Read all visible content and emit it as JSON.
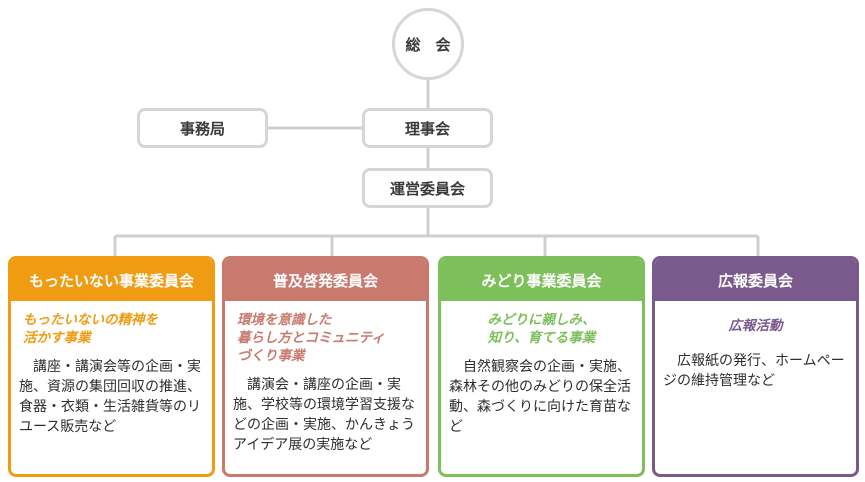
{
  "top": {
    "general_meeting": "総　会"
  },
  "upper_bodies": {
    "secretariat": "事務局",
    "board": "理事会",
    "steering_committee": "運営委員会"
  },
  "committees": [
    {
      "title": "もったいない事業委員会",
      "color": "#ef9c13",
      "motto": "もったいないの精神を\n活かす事業",
      "description": "講座・講演会等の企画・実施、資源の集団回収の推進、食器・衣類・生活雑貨等のリユース販売など"
    },
    {
      "title": "普及啓発委員会",
      "color": "#c97a6e",
      "motto": "環境を意識した\n暮らし方とコミュニティ\nづくり事業",
      "description": "講演会・講座の企画・実施、学校等の環境学習支援などの企画・実施、かんきょうアイデア展の実施など"
    },
    {
      "title": "みどり事業委員会",
      "color": "#7cbf5b",
      "motto": "みどりに親しみ、\n知り、育てる事業",
      "description": "自然観察会の企画・実施、森林その他のみどりの保全活動、森づくりに向けた育苗など"
    },
    {
      "title": "広報委員会",
      "color": "#7a5a8c",
      "motto": "広報活動",
      "description": "広報紙の発行、ホームページの維持管理など"
    }
  ],
  "colors": {
    "connector": "#cfcfcf",
    "box_border": "#d6d6d6"
  }
}
